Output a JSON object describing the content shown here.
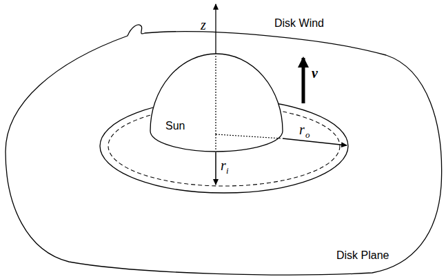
{
  "diagram": {
    "nodes": [
      {
        "text": [
          "Disk Plane"
        ]
      },
      {
        "text": [
          "Sun"
        ],
        "in": 0
      }
    ],
    "labels": [
      "z",
      "Disk Wind",
      "v",
      "r",
      "i",
      "r",
      "o"
    ]
  }
}
